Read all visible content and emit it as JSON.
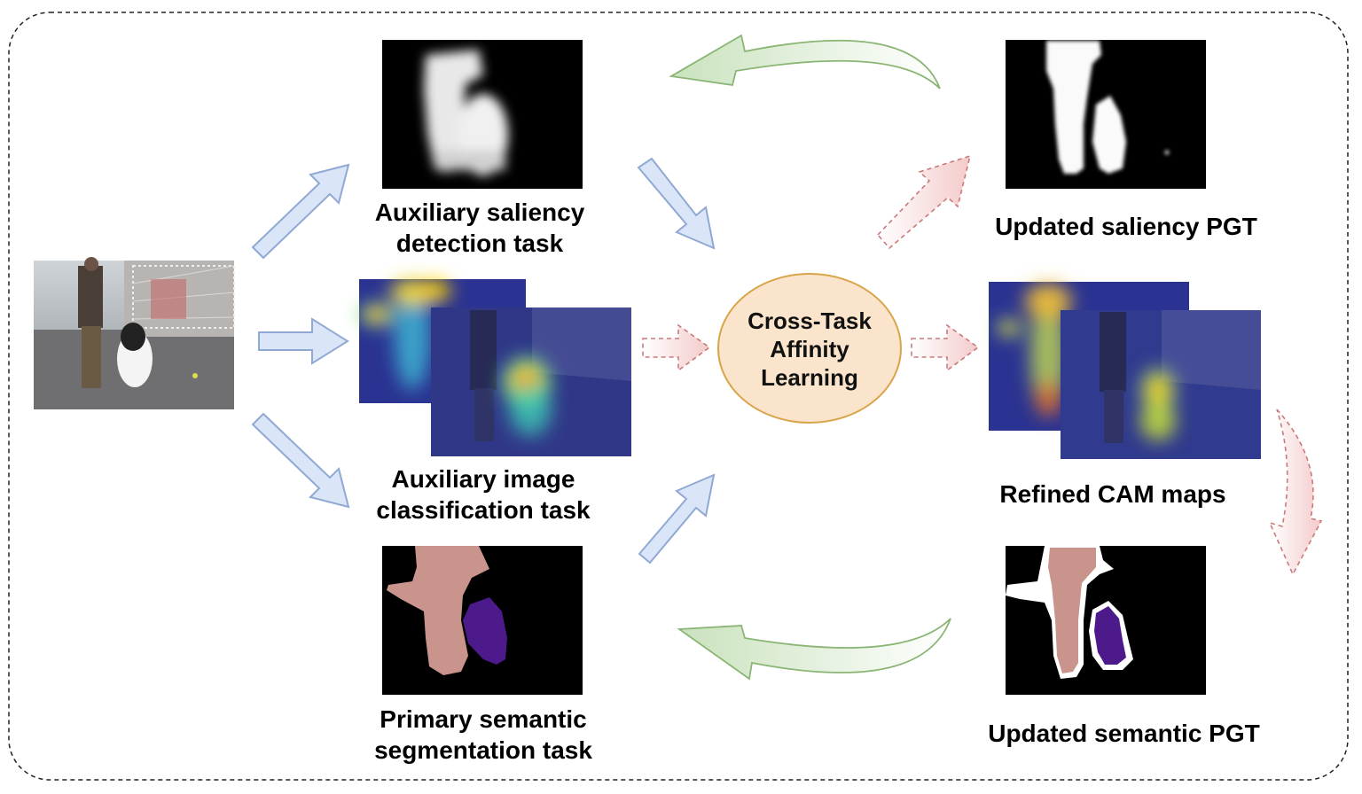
{
  "labels": {
    "saliency_task": "Auxiliary saliency detection task",
    "classification_task": "Auxiliary image classification task",
    "segmentation_task": "Primary semantic segmentation task",
    "center_node": "Cross-Task Affinity Learning",
    "updated_saliency": "Updated saliency PGT",
    "refined_cam": "Refined CAM maps",
    "updated_semantic": "Updated semantic PGT"
  },
  "colors": {
    "blue_arrow_fill": "#dae6f7",
    "blue_arrow_stroke": "#8fa9d4",
    "red_arrow_fill": "#fbe3e3",
    "red_arrow_stroke": "#c97a7a",
    "green_arrow_fill": "#dcedd3",
    "green_arrow_stroke": "#8ab574",
    "center_fill": "#fbe4cc",
    "center_stroke": "#d9a54a",
    "person_mask": "#c9948b",
    "dog_mask": "#4d1a8c"
  }
}
